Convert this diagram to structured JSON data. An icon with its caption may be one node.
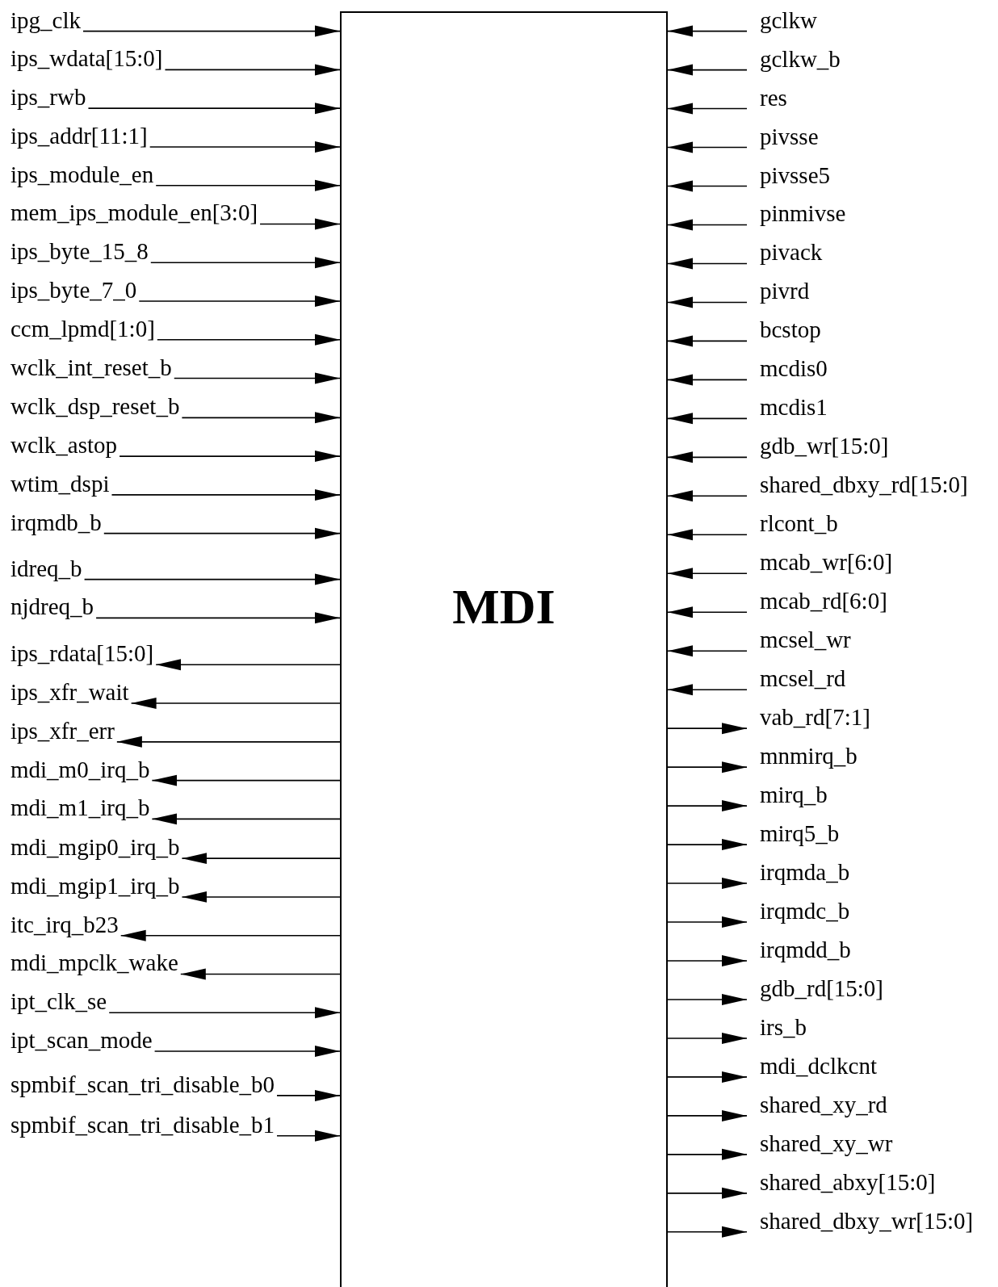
{
  "diagram": {
    "nodes": [
      {
        "text": [
          "MDI"
        ]
      },
      {
        "text": [
          "ipg_clk"
        ]
      },
      {
        "text": [
          "ips_wdata[15:0]"
        ]
      },
      {
        "text": [
          "ips_rwb"
        ]
      },
      {
        "text": [
          "ips_addr[11:1]"
        ]
      },
      {
        "text": [
          "ips_module_en"
        ]
      },
      {
        "text": [
          "mem_ips_module_en[3:0]"
        ]
      },
      {
        "text": [
          "ips_byte_15_8"
        ]
      },
      {
        "text": [
          "ips_byte_7_0"
        ]
      },
      {
        "text": [
          "ccm_lpmd[1:0]"
        ]
      },
      {
        "text": [
          "wclk_int_reset_b"
        ]
      },
      {
        "text": [
          "wclk_dsp_reset_b"
        ]
      },
      {
        "text": [
          "wclk_astop"
        ]
      },
      {
        "text": [
          "wtim_dspi"
        ]
      },
      {
        "text": [
          "irqmdb_b"
        ]
      },
      {
        "text": [
          "idreq_b"
        ]
      },
      {
        "text": [
          "njdreq_b"
        ]
      },
      {
        "text": [
          "ips_rdata[15:0]"
        ]
      },
      {
        "text": [
          "ips_xfr_wait"
        ]
      },
      {
        "text": [
          "ips_xfr_err"
        ]
      },
      {
        "text": [
          "mdi_m0_irq_b"
        ]
      },
      {
        "text": [
          "mdi_m1_irq_b"
        ]
      },
      {
        "text": [
          "mdi_mgip0_irq_b"
        ]
      },
      {
        "text": [
          "mdi_mgip1_irq_b"
        ]
      },
      {
        "text": [
          "itc_irq_b23"
        ]
      },
      {
        "text": [
          "mdi_mpclk_wake"
        ]
      },
      {
        "text": [
          "ipt_clk_se"
        ]
      },
      {
        "text": [
          "ipt_scan_mode"
        ]
      },
      {
        "text": [
          "spmbif_scan_tri_disable_b0"
        ]
      },
      {
        "text": [
          "spmbif_scan_tri_disable_b1"
        ]
      },
      {
        "text": [
          "gclkw"
        ]
      },
      {
        "text": [
          "gclkw_b"
        ]
      },
      {
        "text": [
          "res"
        ]
      },
      {
        "text": [
          "pivsse"
        ]
      },
      {
        "text": [
          "pivsse5"
        ]
      },
      {
        "text": [
          "pinmivse"
        ]
      },
      {
        "text": [
          "pivack"
        ]
      },
      {
        "text": [
          "pivrd"
        ]
      },
      {
        "text": [
          "bcstop"
        ]
      },
      {
        "text": [
          "mcdis0"
        ]
      },
      {
        "text": [
          "mcdis1"
        ]
      },
      {
        "text": [
          "gdb_wr[15:0]"
        ]
      },
      {
        "text": [
          "shared_dbxy_rd[15:0]"
        ]
      },
      {
        "text": [
          "rlcont_b"
        ]
      },
      {
        "text": [
          "mcab_wr[6:0]"
        ]
      },
      {
        "text": [
          "mcab_rd[6:0]"
        ]
      },
      {
        "text": [
          "mcsel_wr"
        ]
      },
      {
        "text": [
          "mcsel_rd"
        ]
      },
      {
        "text": [
          "vab_rd[7:1]"
        ]
      },
      {
        "text": [
          "mnmirq_b"
        ]
      },
      {
        "text": [
          "mirq_b"
        ]
      },
      {
        "text": [
          "mirq5_b"
        ]
      },
      {
        "text": [
          "irqmda_b"
        ]
      },
      {
        "text": [
          "irqmdc_b"
        ]
      },
      {
        "text": [
          "irqmdd_b"
        ]
      },
      {
        "text": [
          "gdb_rd[15:0]"
        ]
      },
      {
        "text": [
          "irs_b"
        ]
      },
      {
        "text": [
          "mdi_dclkcnt"
        ]
      },
      {
        "text": [
          "shared_xy_rd"
        ]
      },
      {
        "text": [
          "shared_xy_wr"
        ]
      },
      {
        "text": [
          "shared_abxy[15:0]"
        ]
      },
      {
        "text": [
          "shared_dbxy_wr[15:0]"
        ]
      }
    ],
    "edges": [
      {
        "from": 1,
        "to": 0,
        "arrow": "to"
      },
      {
        "from": 2,
        "to": 0,
        "arrow": "to"
      },
      {
        "from": 3,
        "to": 0,
        "arrow": "to"
      },
      {
        "from": 4,
        "to": 0,
        "arrow": "to"
      },
      {
        "from": 5,
        "to": 0,
        "arrow": "to"
      },
      {
        "from": 6,
        "to": 0,
        "arrow": "to"
      },
      {
        "from": 7,
        "to": 0,
        "arrow": "to"
      },
      {
        "from": 8,
        "to": 0,
        "arrow": "to"
      },
      {
        "from": 9,
        "to": 0,
        "arrow": "to"
      },
      {
        "from": 10,
        "to": 0,
        "arrow": "to"
      },
      {
        "from": 11,
        "to": 0,
        "arrow": "to"
      },
      {
        "from": 12,
        "to": 0,
        "arrow": "to"
      },
      {
        "from": 13,
        "to": 0,
        "arrow": "to"
      },
      {
        "from": 14,
        "to": 0,
        "arrow": "to"
      },
      {
        "from": 15,
        "to": 0,
        "arrow": "to"
      },
      {
        "from": 16,
        "to": 0,
        "arrow": "to"
      },
      {
        "from": 0,
        "to": 17,
        "arrow": "to"
      },
      {
        "from": 0,
        "to": 18,
        "arrow": "to"
      },
      {
        "from": 0,
        "to": 19,
        "arrow": "to"
      },
      {
        "from": 0,
        "to": 20,
        "arrow": "to"
      },
      {
        "from": 0,
        "to": 21,
        "arrow": "to"
      },
      {
        "from": 0,
        "to": 22,
        "arrow": "to"
      },
      {
        "from": 0,
        "to": 23,
        "arrow": "to"
      },
      {
        "from": 0,
        "to": 24,
        "arrow": "to"
      },
      {
        "from": 0,
        "to": 25,
        "arrow": "to"
      },
      {
        "from": 26,
        "to": 0,
        "arrow": "to"
      },
      {
        "from": 27,
        "to": 0,
        "arrow": "to"
      },
      {
        "from": 28,
        "to": 0,
        "arrow": "to"
      },
      {
        "from": 29,
        "to": 0,
        "arrow": "to"
      },
      {
        "from": 30,
        "to": 0,
        "arrow": "to"
      },
      {
        "from": 31,
        "to": 0,
        "arrow": "to"
      },
      {
        "from": 32,
        "to": 0,
        "arrow": "to"
      },
      {
        "from": 33,
        "to": 0,
        "arrow": "to"
      },
      {
        "from": 34,
        "to": 0,
        "arrow": "to"
      },
      {
        "from": 35,
        "to": 0,
        "arrow": "to"
      },
      {
        "from": 36,
        "to": 0,
        "arrow": "to"
      },
      {
        "from": 37,
        "to": 0,
        "arrow": "to"
      },
      {
        "from": 38,
        "to": 0,
        "arrow": "to"
      },
      {
        "from": 39,
        "to": 0,
        "arrow": "to"
      },
      {
        "from": 40,
        "to": 0,
        "arrow": "to"
      },
      {
        "from": 41,
        "to": 0,
        "arrow": "to"
      },
      {
        "from": 42,
        "to": 0,
        "arrow": "to"
      },
      {
        "from": 43,
        "to": 0,
        "arrow": "to"
      },
      {
        "from": 44,
        "to": 0,
        "arrow": "to"
      },
      {
        "from": 45,
        "to": 0,
        "arrow": "to"
      },
      {
        "from": 46,
        "to": 0,
        "arrow": "to"
      },
      {
        "from": 47,
        "to": 0,
        "arrow": "to"
      },
      {
        "from": 0,
        "to": 48,
        "arrow": "to"
      },
      {
        "from": 0,
        "to": 49,
        "arrow": "to"
      },
      {
        "from": 0,
        "to": 50,
        "arrow": "to"
      },
      {
        "from": 0,
        "to": 51,
        "arrow": "to"
      },
      {
        "from": 0,
        "to": 52,
        "arrow": "to"
      },
      {
        "from": 0,
        "to": 53,
        "arrow": "to"
      },
      {
        "from": 0,
        "to": 54,
        "arrow": "to"
      },
      {
        "from": 0,
        "to": 55,
        "arrow": "to"
      },
      {
        "from": 0,
        "to": 56,
        "arrow": "to"
      },
      {
        "from": 0,
        "to": 57,
        "arrow": "to"
      },
      {
        "from": 0,
        "to": 58,
        "arrow": "to"
      },
      {
        "from": 0,
        "to": 59,
        "arrow": "to"
      },
      {
        "from": 0,
        "to": 60,
        "arrow": "to"
      },
      {
        "from": 0,
        "to": 61,
        "arrow": "to"
      }
    ]
  }
}
